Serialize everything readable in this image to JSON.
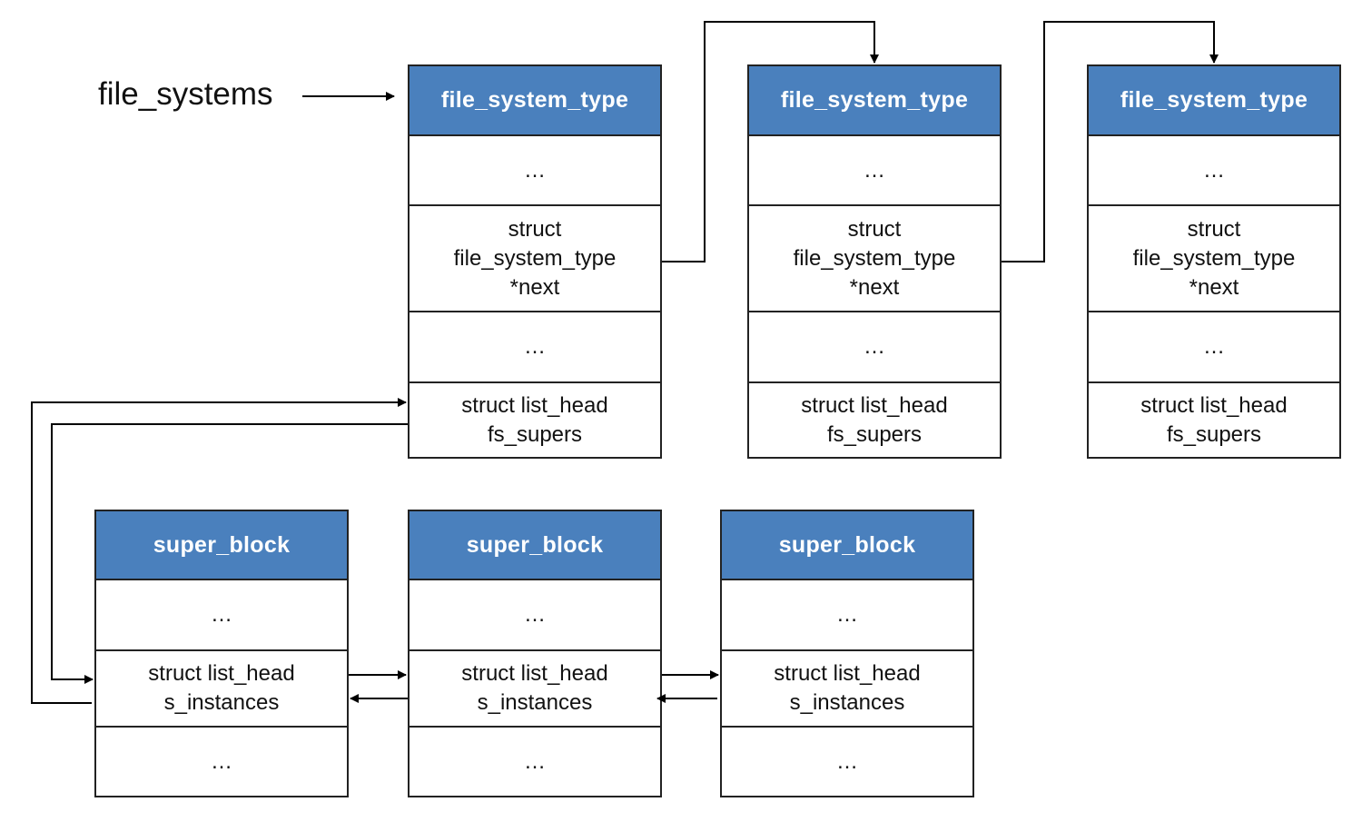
{
  "head_label": "file_systems",
  "file_system_types": [
    {
      "title": "file_system_type",
      "fields": [
        "…",
        "struct\nfile_system_type\n*next",
        "…",
        "struct list_head\nfs_supers"
      ]
    },
    {
      "title": "file_system_type",
      "fields": [
        "…",
        "struct\nfile_system_type\n*next",
        "…",
        "struct list_head\nfs_supers"
      ]
    },
    {
      "title": "file_system_type",
      "fields": [
        "…",
        "struct\nfile_system_type\n*next",
        "…",
        "struct list_head\nfs_supers"
      ]
    }
  ],
  "super_blocks": [
    {
      "title": "super_block",
      "fields": [
        "…",
        "struct list_head\ns_instances",
        "…"
      ]
    },
    {
      "title": "super_block",
      "fields": [
        "…",
        "struct list_head\ns_instances",
        "…"
      ]
    },
    {
      "title": "super_block",
      "fields": [
        "…",
        "struct list_head\ns_instances",
        "…"
      ]
    }
  ],
  "colors": {
    "header": "#4a80bd",
    "border": "#222222"
  }
}
